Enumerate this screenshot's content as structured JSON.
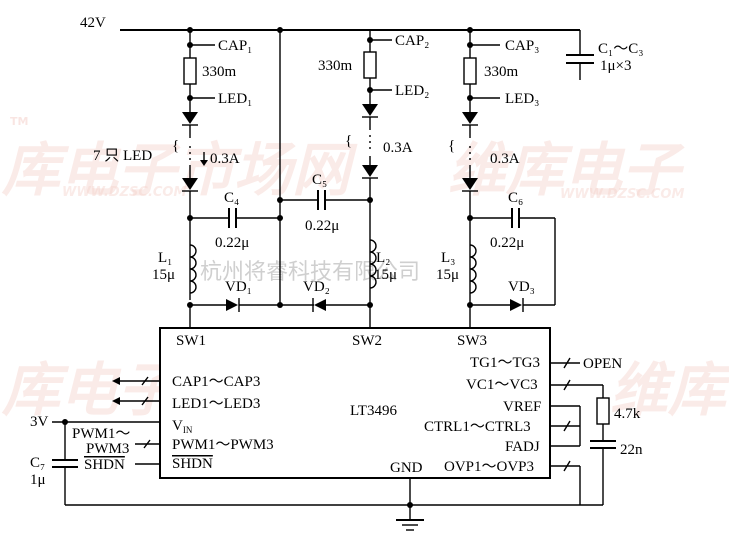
{
  "supply": {
    "vin_label": "42V",
    "logic_label": "3V"
  },
  "channel1": {
    "cap": "CAP₁",
    "res": "330m",
    "led": "LED₁",
    "count": "7 只 LED",
    "current": "0.3A",
    "c_series": "C₄",
    "c_value": "0.22μ",
    "inductor": "L₁",
    "ind_value": "15μ",
    "diode": "VD₁"
  },
  "channel2": {
    "cap": "CAP₂",
    "res": "330m",
    "led": "LED₂",
    "current": "0.3A",
    "c_series": "C₅",
    "c_value": "0.22μ",
    "inductor": "L₂",
    "ind_value": "15μ",
    "diode": "VD₂"
  },
  "channel3": {
    "cap": "CAP₃",
    "res": "330m",
    "led": "LED₃",
    "current": "0.3A",
    "c_series": "C₆",
    "c_value": "0.22μ",
    "inductor": "L₃",
    "ind_value": "15μ",
    "diode": "VD₃"
  },
  "bulk_cap": {
    "name": "C₁～C₃",
    "value": "1μ×3"
  },
  "ic": {
    "name": "LT3496",
    "pins": {
      "sw1": "SW1",
      "sw2": "SW2",
      "sw3": "SW3",
      "cap": "CAP1～CAP3",
      "led": "LED1～LED3",
      "vin": "V",
      "vin_sub": "IN",
      "pwm": "PWM1～PWM3",
      "shdn": "SHDN",
      "tg": "TG1～TG3",
      "vc": "VC1～VC3",
      "vref": "VREF",
      "ctrl": "CTRL1～CTRL3",
      "fadj": "FADJ",
      "ovp": "OVP1～OVP3",
      "gnd": "GND"
    }
  },
  "external": {
    "pwm_in1": "PWM1～",
    "pwm_in2": "PWM3",
    "shdn_in": "SHDN",
    "c7": "C₇",
    "c7_value": "1μ",
    "open": "OPEN",
    "r_value": "4.7k",
    "c_value": "22n"
  },
  "watermark": {
    "cn": "杭州将睿科技有限公司",
    "brand1": "库电子市场网",
    "brand2": "维库电子",
    "url": "WWW.DZSC.COM",
    "tm": "TM"
  },
  "colors": {
    "line": "#000000",
    "watermark": "#f3c7c0"
  }
}
